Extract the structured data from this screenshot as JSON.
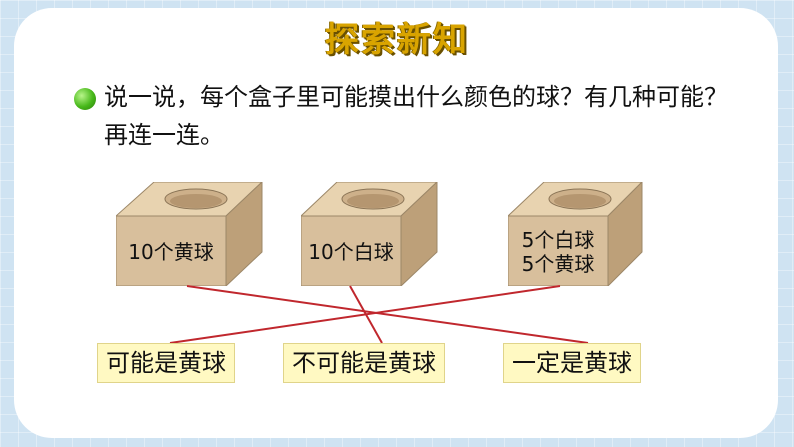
{
  "title": "探索新知",
  "prompt": "说一说，每个盒子里可能摸出什么颜色的球？有几种可能？再连一连。",
  "boxes": [
    {
      "line1": "10个黄球",
      "line2": ""
    },
    {
      "line1": "10个白球",
      "line2": ""
    },
    {
      "line1": "5个白球",
      "line2": "5个黄球"
    }
  ],
  "answers": [
    "可能是黄球",
    "不可能是黄球",
    "一定是黄球"
  ],
  "colors": {
    "title": "#d9a400",
    "line": "#c0272d",
    "box_front": "#d8bf9c",
    "answer_bg": "#fff9c2"
  },
  "icons": {
    "bullet": "green-ball-bullet-icon"
  }
}
